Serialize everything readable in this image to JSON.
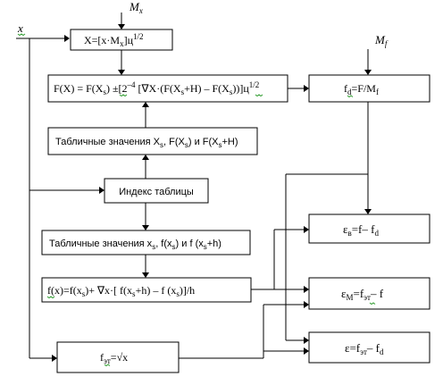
{
  "inputs": {
    "x": "x",
    "mx": "M",
    "mx_sub": "x",
    "mf": "M",
    "mf_sub": "f"
  },
  "boxes": {
    "scale_x": "X=[x·M",
    "scale_x_sub": "x",
    "scale_x_tail": "]ц",
    "scale_x_exp": "1/2",
    "interp_F": "F(X) = F(X",
    "interp_F_sub1": "s",
    "interp_F_mid": ") ±[2",
    "interp_F_exp1": "–4",
    "interp_F_mid2": " [∇X·(F(X",
    "interp_F_sub2": "s",
    "interp_F_mid3": "+H) – F(X",
    "interp_F_sub3": "s",
    "interp_F_tail": "))]ц",
    "interp_F_exp2": "1/2",
    "table_F": "Табличные значения X",
    "table_F_sub1": "s",
    "table_F_mid": ", F(X",
    "table_F_sub2": "s",
    "table_F_mid2": ") и F(X",
    "table_F_sub3": "s",
    "table_F_tail": "+H)",
    "table_index": "Индекс таблицы",
    "table_f": "Табличные значения x",
    "table_f_sub1": "s",
    "table_f_mid": ", f(x",
    "table_f_sub2": "s",
    "table_f_mid2": ") и f (x",
    "table_f_sub3": "s",
    "table_f_tail": "+h)",
    "interp_f": "f(x)=f(x",
    "interp_f_sub1": "s",
    "interp_f_mid": ")+ ∇x·[ f(x",
    "interp_f_sub2": "s",
    "interp_f_mid2": "+h) – f (x",
    "interp_f_sub3": "s",
    "interp_f_tail": ")]/h",
    "f_et": "f",
    "f_et_sub": "эт",
    "f_et_tail": "=√x",
    "f_d": "f",
    "f_d_sub": "d",
    "f_d_tail": "=F/M",
    "f_d_sub2": "f",
    "eps_v": "ε",
    "eps_v_sub": "в",
    "eps_v_tail": "=f– f",
    "eps_v_sub2": "d",
    "eps_m": "ε",
    "eps_m_sub": "М",
    "eps_m_tail": "=f",
    "eps_m_sub2": "эт",
    "eps_m_tail2": "– f",
    "eps": "ε=f",
    "eps_sub": "эт",
    "eps_tail": "– f",
    "eps_sub2": "d"
  }
}
